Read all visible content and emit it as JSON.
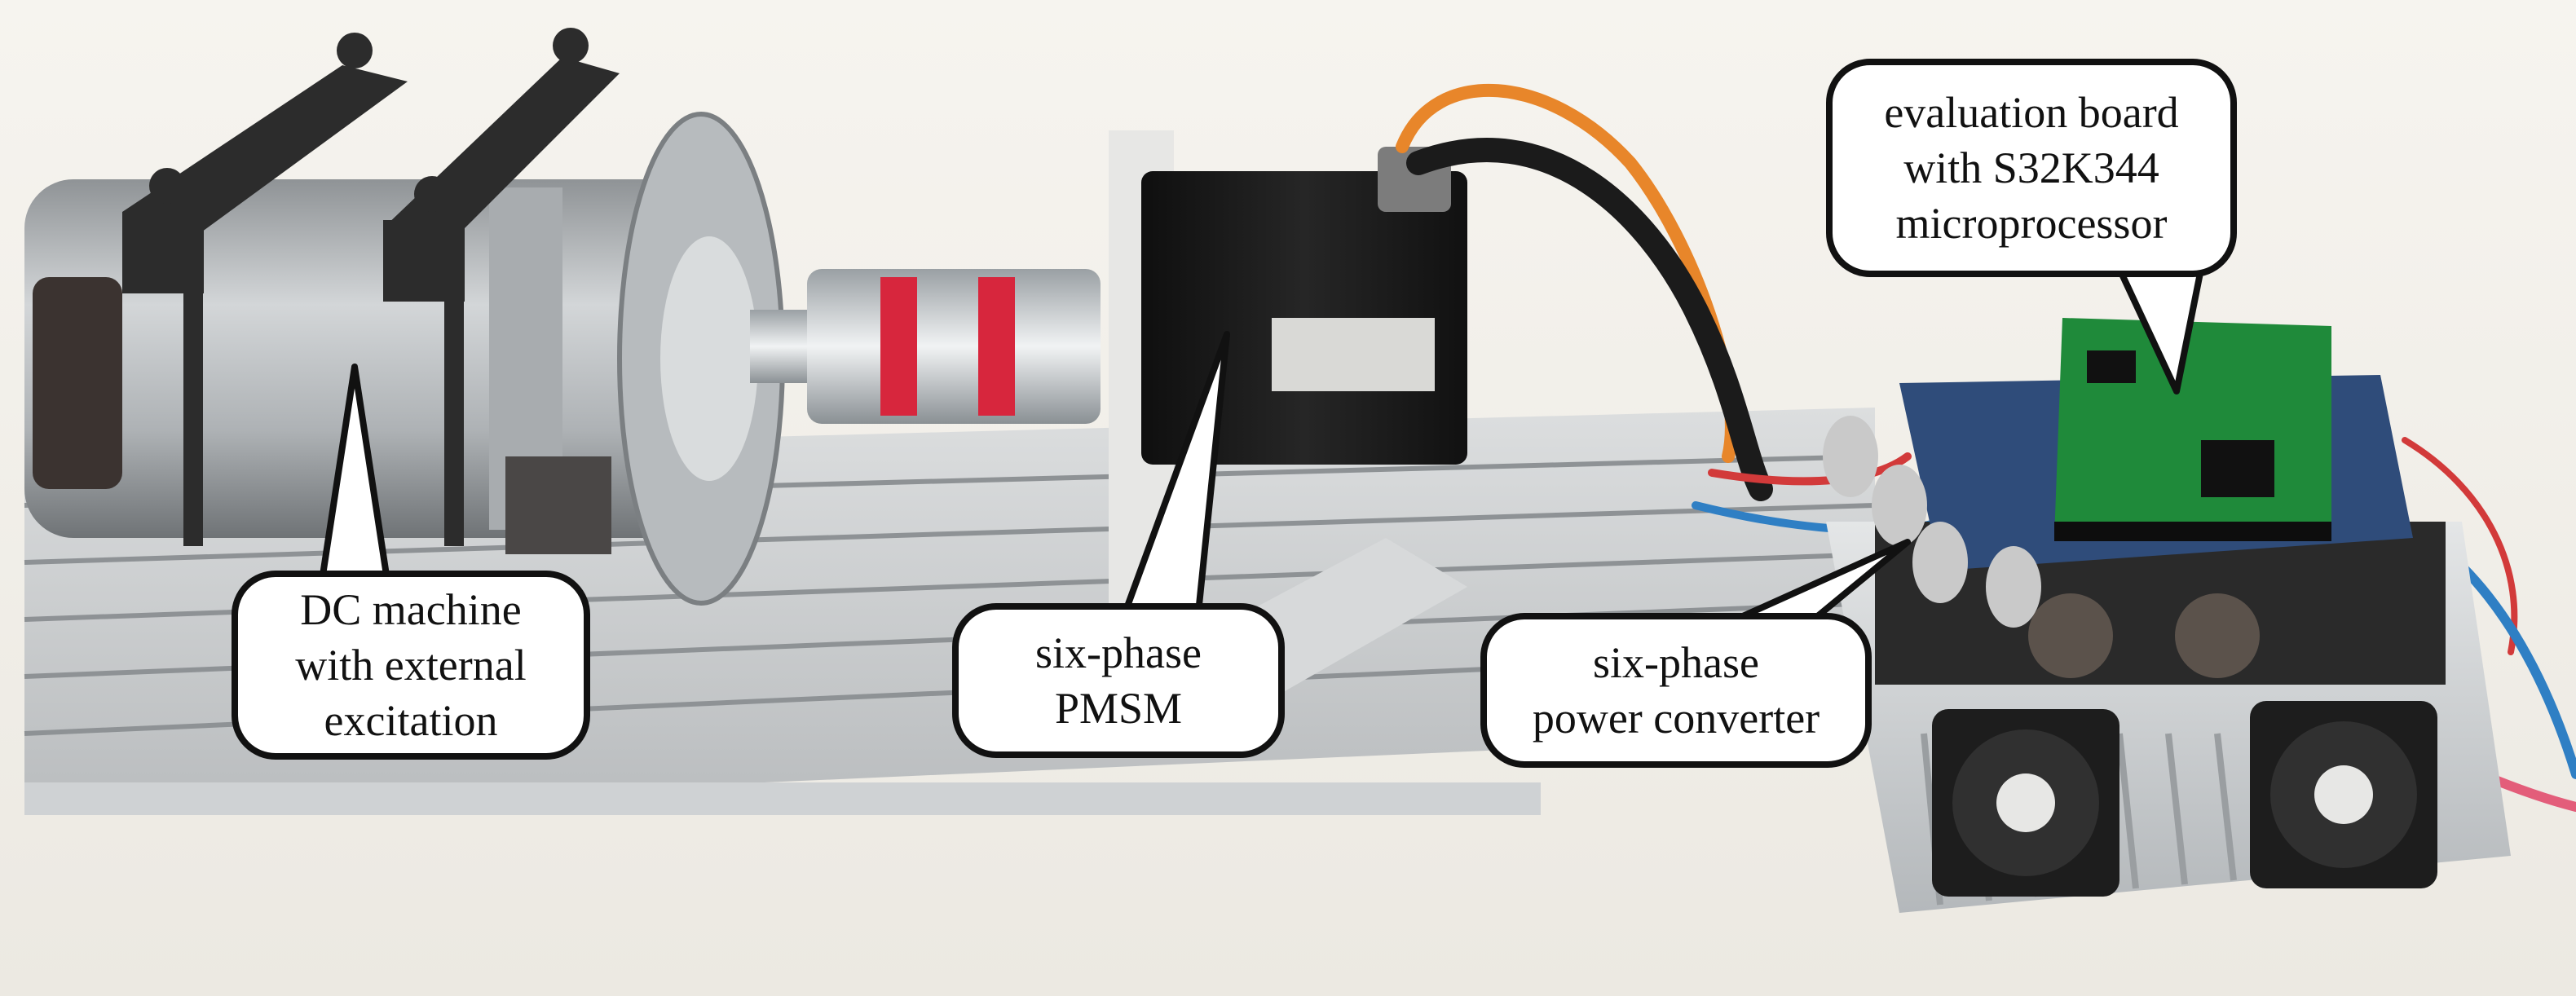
{
  "callouts": {
    "dc_machine": {
      "lines": [
        "DC machine",
        "with external",
        "excitation"
      ]
    },
    "pmsm": {
      "lines": [
        "six-phase",
        "PMSM"
      ]
    },
    "power_converter": {
      "lines": [
        "six-phase",
        "power converter"
      ]
    },
    "evaluation_board": {
      "lines": [
        "evaluation board",
        "with S32K344",
        "microprocessor"
      ]
    }
  },
  "colors": {
    "background": "#f3f1ec",
    "rail_aluminium": "#c9cbcc",
    "dc_machine_body": "#b9bcbe",
    "motor_black": "#1a1a1a",
    "coupling_red": "#d7263d",
    "pcb_green": "#1f8a3a",
    "pcb_blue": "#2f4c7a",
    "cable_orange": "#e8862a",
    "wire_red": "#d23a3a",
    "wire_blue": "#2f7fc4",
    "callout_border": "#111111"
  },
  "icons": [
    "dc-machine",
    "shaft-coupling",
    "pmsm-motor",
    "power-converter",
    "evaluation-board",
    "cooling-fan",
    "heatsink"
  ]
}
